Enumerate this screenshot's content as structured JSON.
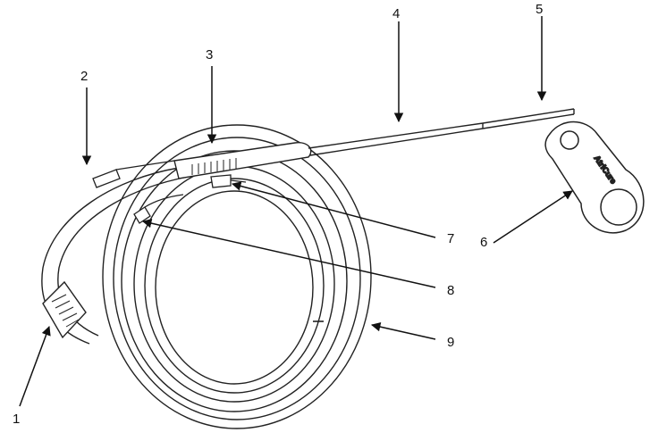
{
  "figure": {
    "callouts": [
      {
        "id": "1",
        "label": "1"
      },
      {
        "id": "2",
        "label": "2"
      },
      {
        "id": "3",
        "label": "3"
      },
      {
        "id": "4",
        "label": "4"
      },
      {
        "id": "5",
        "label": "5"
      },
      {
        "id": "6",
        "label": "6"
      },
      {
        "id": "7",
        "label": "7"
      },
      {
        "id": "8",
        "label": "8"
      },
      {
        "id": "9",
        "label": "9"
      }
    ],
    "logo_text": "AtriCure"
  }
}
